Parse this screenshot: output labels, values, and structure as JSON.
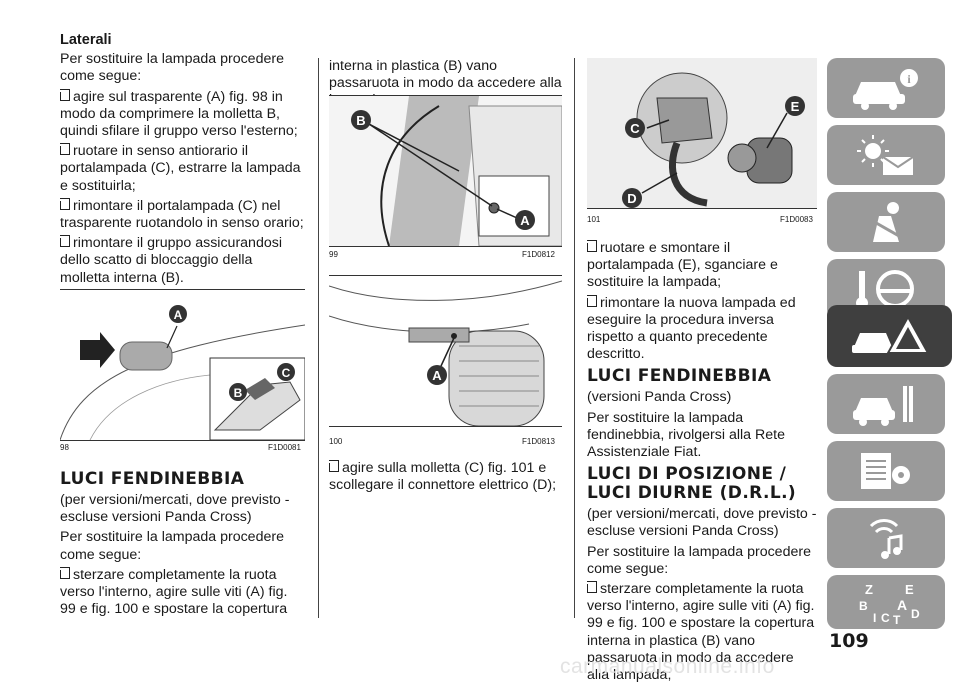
{
  "page_number": "109",
  "watermark": "carmanualsonline.info",
  "col1": {
    "heading_laterali": "Laterali",
    "intro": "Per sostituire la lampada procedere come segue:",
    "steps": [
      "agire sul trasparente (A) fig. 98 in modo da comprimere la molletta B, quindi sfilare il gruppo verso l'esterno;",
      "ruotare in senso antiorario il portalampada (C), estrarre la lampada e sostituirla;",
      "rimontare il portalampada (C) nel trasparente ruotandolo in senso orario;",
      "rimontare il gruppo assicurandosi dello scatto di bloccaggio della molletta interna (B)."
    ],
    "fig98_number": "98",
    "fig98_code": "F1D0081",
    "fig98_labels": [
      "A",
      "B",
      "C"
    ],
    "heading_fendinebbia": "LUCI FENDINEBBIA",
    "fendi_note": "(per versioni/mercati, dove previsto - escluse versioni Panda Cross)",
    "fendi_intro": "Per sostituire la lampada procedere come segue:",
    "fendi_step": "sterzare completamente la ruota verso l'interno, agire sulle viti (A) fig. 99 e fig. 100 e spostare la copertura"
  },
  "col2": {
    "cont": "interna in plastica (B) vano passaruota in modo da accedere alla lampada.",
    "fig99_number": "99",
    "fig99_code": "F1D0812",
    "fig99_labels": [
      "B",
      "A"
    ],
    "fig100_number": "100",
    "fig100_code": "F1D0813",
    "fig100_labels": [
      "A"
    ],
    "step": "agire sulla molletta (C) fig. 101 e scollegare il connettore elettrico (D);"
  },
  "col3": {
    "fig101_number": "101",
    "fig101_code": "F1D0083",
    "fig101_labels": [
      "E",
      "C",
      "D"
    ],
    "steps": [
      "ruotare e smontare il portalampada (E), sganciare e sostituire la lampada;",
      "rimontare la nuova lampada ed eseguire la procedura inversa rispetto a quanto precedente descritto."
    ],
    "heading_fendinebbia": "LUCI FENDINEBBIA",
    "panda_cross_note": "(versioni Panda Cross)",
    "panda_cross_text": "Per sostituire la lampada fendinebbia, rivolgersi alla Rete Assistenziale Fiat.",
    "heading_posizione": "LUCI DI POSIZIONE / LUCI DIURNE (D.R.L.)",
    "pos_note": "(per versioni/mercati, dove previsto - escluse versioni Panda Cross)",
    "pos_intro": "Per sostituire la lampada procedere come segue:",
    "pos_step": "sterzare completamente la ruota verso l'interno, agire sulle viti (A) fig. 99 e fig. 100 e spostare la copertura interna in plastica (B) vano passaruota in modo da accedere alla lampada;"
  },
  "sidebar": {
    "tabs": [
      {
        "icon": "car-info-icon",
        "active": false
      },
      {
        "icon": "warning-lights-icon",
        "active": false
      },
      {
        "icon": "airbag-seat-icon",
        "active": false
      },
      {
        "icon": "key-steering-icon",
        "active": false
      },
      {
        "icon": "emergency-triangle-icon",
        "active": true
      },
      {
        "icon": "car-maintenance-icon",
        "active": false
      },
      {
        "icon": "technical-data-icon",
        "active": false
      },
      {
        "icon": "multimedia-icon",
        "active": false
      },
      {
        "icon": "index-icon",
        "active": false
      }
    ],
    "index_letters": [
      "Z",
      "E",
      "B",
      "A",
      "I",
      "C",
      "T",
      "D"
    ]
  }
}
